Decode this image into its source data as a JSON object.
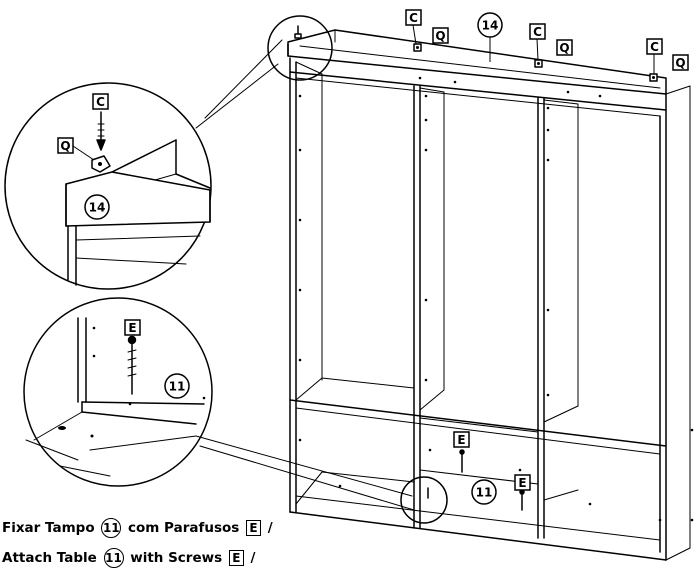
{
  "part_labels": {
    "top_panel": "14",
    "table_shelf": "11"
  },
  "hardware_labels": {
    "screw_c": "C",
    "cam_q": "Q",
    "screw_e": "E"
  },
  "caption": {
    "line1_prefix": "Fixar Tampo",
    "line1_part": "11",
    "line1_mid": "com Parafusos",
    "line1_screw": "E",
    "line1_suffix": "/",
    "line2_prefix": "Attach Table",
    "line2_part": "11",
    "line2_mid": "with Screws",
    "line2_screw": "E",
    "line2_suffix": "/"
  },
  "colors": {
    "line": "#000000",
    "background": "#ffffff"
  }
}
